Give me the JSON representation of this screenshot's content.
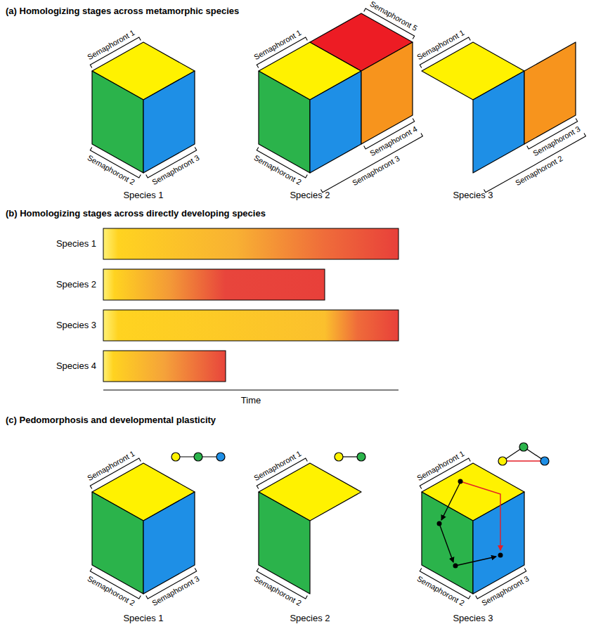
{
  "diagram": {
    "labels": [
      "(a) Homologizing stages across metamorphic species",
      "Semaphoront 1",
      "Semaphoront 2",
      "Semaphoront 3",
      "Species 1",
      "Semaphoront 1",
      "Semaphoront 5",
      "Semaphoront 2",
      "Semaphoront 4",
      "Semaphoront 3",
      "Species 2",
      "Semaphoront 1",
      "Semaphoront 3",
      "Semaphoront 2",
      "Species 3",
      "(b) Homologizing stages across directly developing species",
      "Species 1",
      "Species 2",
      "Species 3",
      "Species 4",
      "Time",
      "(c) Pedomorphosis and developmental plasticity",
      "Semaphoront 1",
      "Semaphoront 2",
      "Semaphoront 3",
      "Species 1",
      "Semaphoront 1",
      "Semaphoront 2",
      "Species 2",
      "Semaphoront 1",
      "Semaphoront 2",
      "Semaphoront 3",
      "Species 3"
    ]
  }
}
